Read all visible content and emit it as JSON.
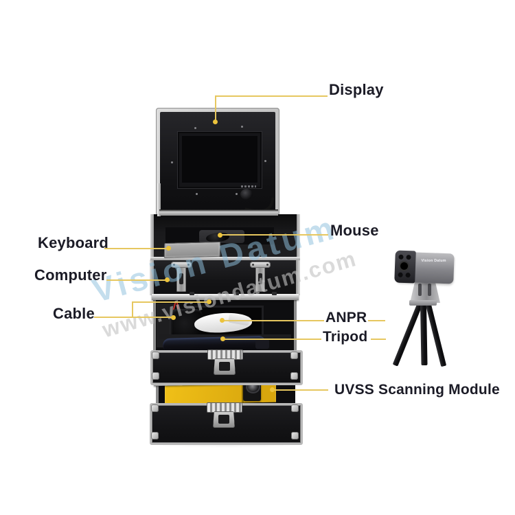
{
  "diagram_title": "UVSS portable case component diagram",
  "labels": {
    "display": "Display",
    "mouse": "Mouse",
    "keyboard": "Keyboard",
    "computer": "Computer",
    "cable": "Cable",
    "anpr": "ANPR",
    "tripod": "Tripod",
    "uvss_module": "UVSS Scanning Module"
  },
  "watermark": {
    "brand": "Vision Datum",
    "url": "www.visiondatum.com"
  },
  "camera": {
    "brand_label": "Vision Datum"
  },
  "colors": {
    "leader_line": "#e6c75f",
    "leader_dot": "#ecc33c",
    "label_text": "#1b1b26",
    "watermark_blue": "#8fc0dd",
    "watermark_gray": "#c2c2c2",
    "module_yellow": "#f0c018"
  }
}
